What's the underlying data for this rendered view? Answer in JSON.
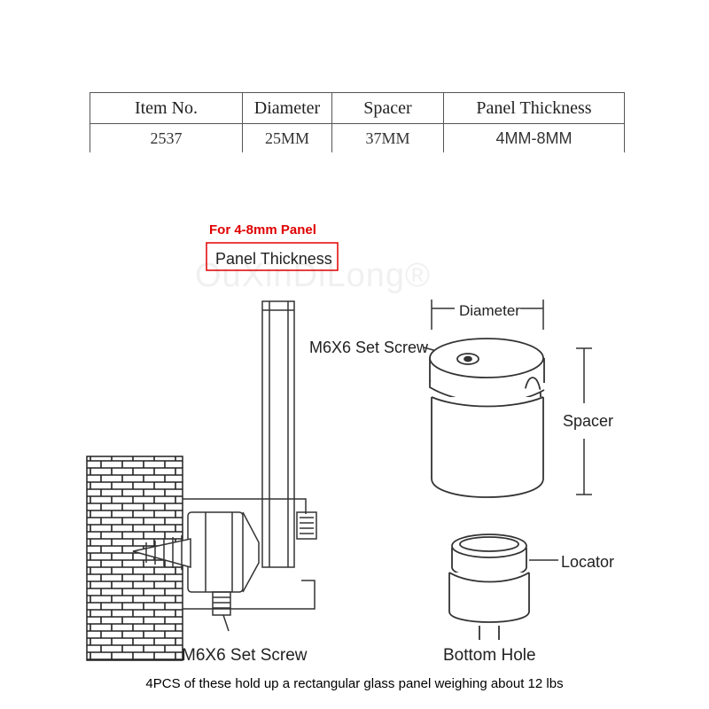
{
  "spec_table": {
    "headers": [
      "Item No.",
      "Diameter",
      "Spacer",
      "Panel Thickness"
    ],
    "row": [
      "2537",
      "25MM",
      "37MM",
      "4MM-8MM"
    ]
  },
  "diagram": {
    "panel_note": "For 4-8mm Panel",
    "panel_thickness_label": "Panel Thickness",
    "diameter_label": "Diameter",
    "set_screw_top_label": "M6X6 Set Screw",
    "spacer_label": "Spacer",
    "locator_label": "Locator",
    "set_screw_bottom_label": "M6X6 Set Screw",
    "bottom_hole_label": "Bottom Hole",
    "watermark": "OuXinDiLong®"
  },
  "caption": "4PCS of these hold up a rectangular glass panel weighing about 12 lbs",
  "colors": {
    "note_red": "#e00000",
    "line": "#333333"
  }
}
